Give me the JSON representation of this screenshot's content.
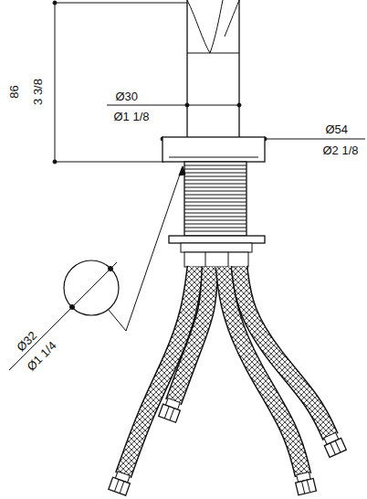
{
  "diagram": {
    "labels": [
      "86",
      "3 3/8",
      "Ø30",
      "Ø1 1/8",
      "Ø54",
      "Ø2 1/8",
      "Ø32",
      "Ø1 1/4"
    ]
  }
}
